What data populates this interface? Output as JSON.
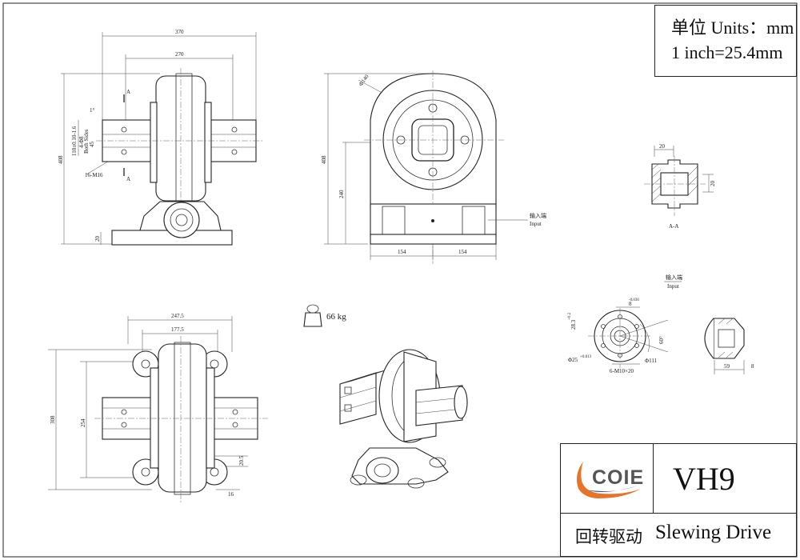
{
  "units": {
    "line1": "单位 Units：mm",
    "line2": "1 inch=25.4mm"
  },
  "title_block": {
    "logo_text": "COIE",
    "model": "VH9",
    "product_cn": "回转驱动",
    "product_en": "Slewing Drive"
  },
  "weight": "66 kg",
  "dims_front": {
    "overall_w": "370",
    "inner_w": "270",
    "height": "408",
    "base_h": "20",
    "bolt_circle": "110±0.10-1.6",
    "pcd_label": "4-Φ8",
    "both_sides": "Both Sides",
    "dim_45": "45",
    "angle": "1°",
    "thread": "16-M16",
    "section_a": "A"
  },
  "dims_side": {
    "dia": "Φ140",
    "height": "408",
    "center_h": "240",
    "left": "154",
    "right": "154",
    "input_cn": "输入端",
    "input_en": "Input"
  },
  "dims_top": {
    "overall_w": "247.5",
    "inner_w": "177.5",
    "height": "308",
    "inner_h": "254",
    "small_h": "20.5",
    "small_w": "16"
  },
  "section_aa": {
    "label": "A-A",
    "w": "20",
    "h": "20"
  },
  "input_detail": {
    "input_cn": "输入端",
    "input_en": "Input",
    "key_w": "8",
    "key_tol": "-0.036",
    "dim_28": "28.3",
    "tol_28": "+0.2",
    "dim_25": "Φ25",
    "tol_25": "+0.013",
    "thread": "6-M10×20",
    "pcd": "Φ111",
    "angle": "60°",
    "dim_59": "59",
    "dim_8": "8"
  }
}
